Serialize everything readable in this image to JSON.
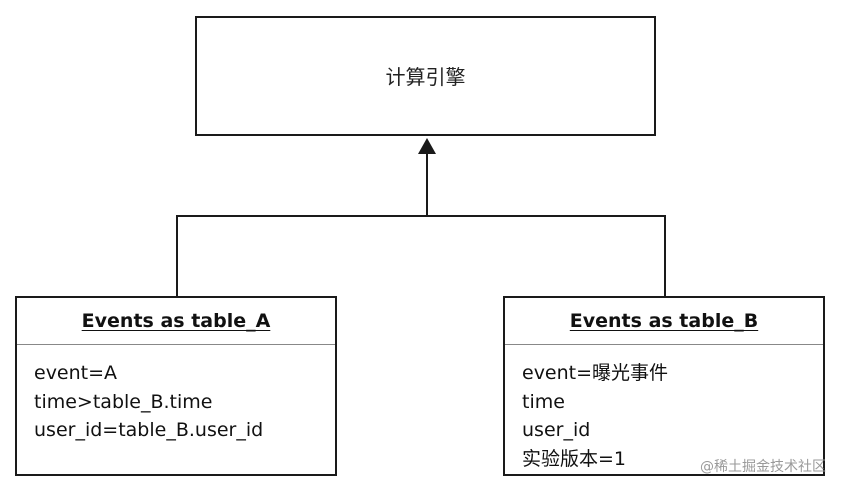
{
  "engine": {
    "label": "计算引擎"
  },
  "tables": [
    {
      "title": "Events as table_A",
      "fields": [
        "event=A",
        "time>table_B.time",
        "user_id=table_B.user_id"
      ]
    },
    {
      "title": "Events as table_B",
      "fields": [
        "event=曝光事件",
        "time",
        "user_id",
        "实验版本=1"
      ]
    }
  ],
  "watermark": "@稀土掘金技术社区",
  "colors": {
    "stroke": "#1a1a1a",
    "divider": "#888888",
    "watermark": "#9a9a9a"
  }
}
